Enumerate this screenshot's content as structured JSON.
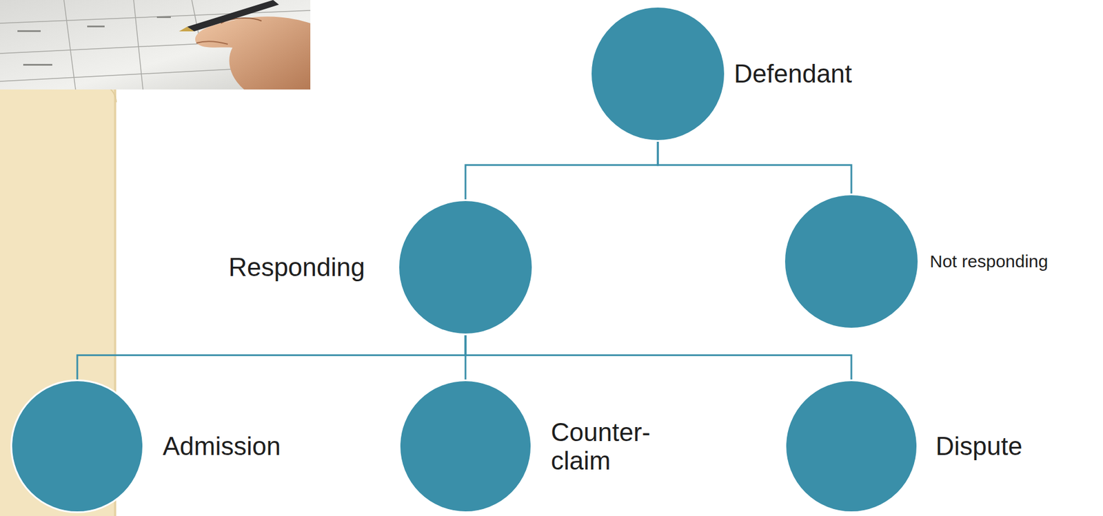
{
  "diagram": {
    "nodes": [
      {
        "text": [
          "Defendant"
        ]
      },
      {
        "text": [
          "Responding"
        ]
      },
      {
        "text": [
          "Not responding"
        ]
      },
      {
        "text": [
          "Admission"
        ]
      },
      {
        "text": [
          "Counter- claim"
        ]
      },
      {
        "text": [
          "Dispute"
        ]
      }
    ],
    "edges": [
      {
        "from": 0,
        "to": 1,
        "arrow": "none"
      },
      {
        "from": 0,
        "to": 2,
        "arrow": "none"
      },
      {
        "from": 1,
        "to": 3,
        "arrow": "none"
      },
      {
        "from": 1,
        "to": 4,
        "arrow": "none"
      },
      {
        "from": 1,
        "to": 5,
        "arrow": "none"
      }
    ]
  }
}
